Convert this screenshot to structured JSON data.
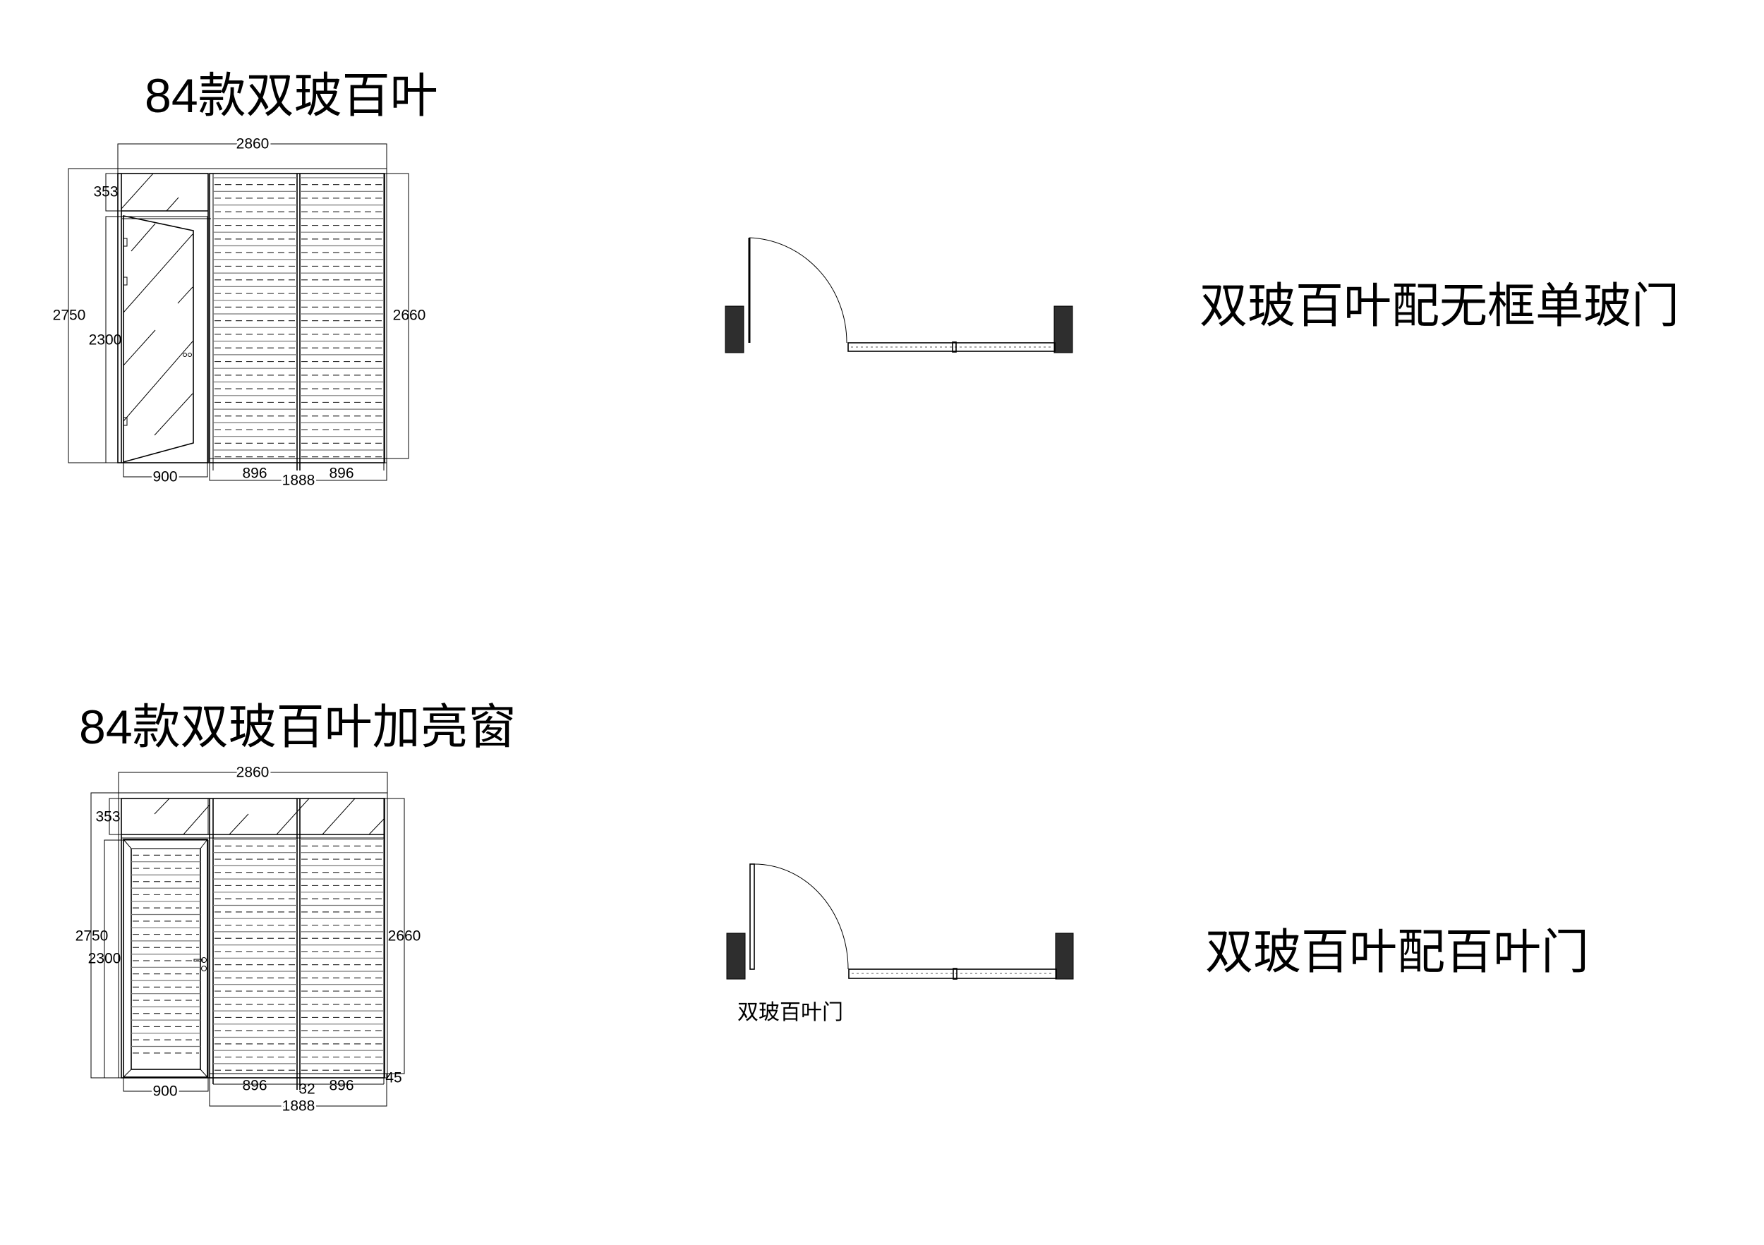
{
  "drawing1": {
    "title": "84款双玻百叶",
    "plan_label": "双玻百叶配无框单玻门",
    "dims": {
      "total_width": "2860",
      "transom": "353",
      "total_height": "2750",
      "door_height": "2300",
      "right_height": "2660",
      "door_width": "900",
      "panel_left": "896",
      "panel_right": "896",
      "panels_width": "1888"
    }
  },
  "drawing2": {
    "title": "84款双玻百叶加亮窗",
    "plan_label": "双玻百叶配百叶门",
    "door_note": "双玻百叶门",
    "dims": {
      "total_width": "2860",
      "transom": "353",
      "total_height": "2750",
      "door_height": "2300",
      "right_height": "2660",
      "door_width": "900",
      "panel_left": "896",
      "mullion": "32",
      "panel_right": "896",
      "offset": "45",
      "panels_width": "1888"
    }
  }
}
